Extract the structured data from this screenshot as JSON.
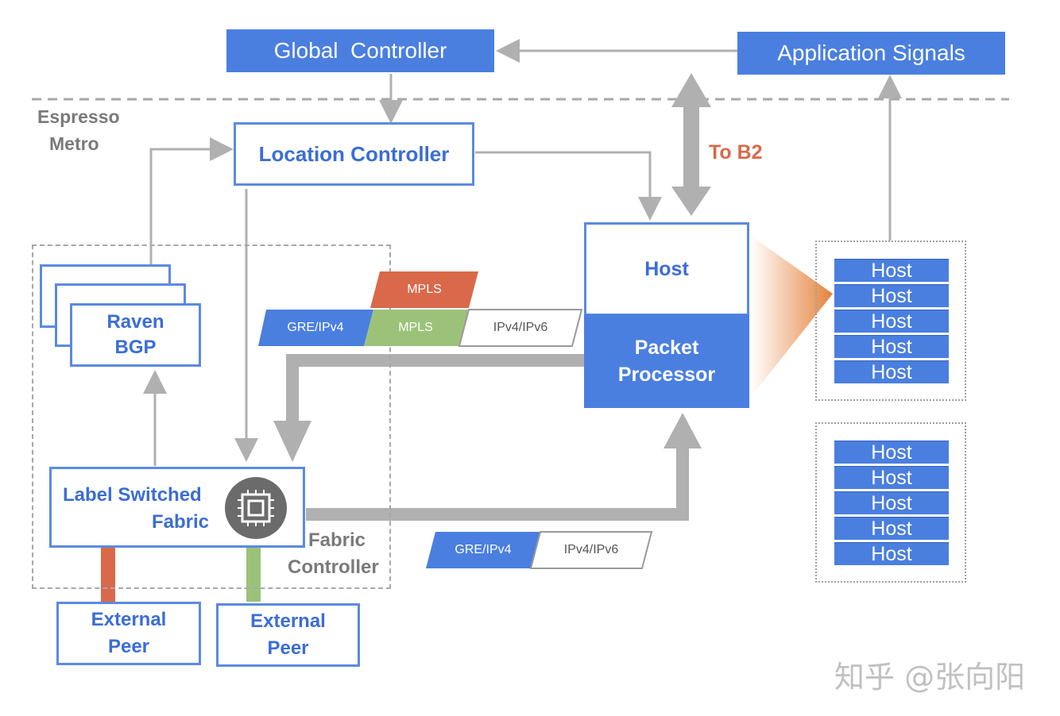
{
  "global_controller": "Global  Controller",
  "application_signals": "Application Signals",
  "espresso_metro": [
    "Espresso",
    "Metro"
  ],
  "location_controller": "Location Controller",
  "to_b2": "To B2",
  "host_box": {
    "host": "Host",
    "packet": "Packet",
    "processor": "Processor"
  },
  "raven": [
    "Raven",
    "BGP"
  ],
  "label_switched_fabric": [
    "Label Switched",
    "Fabric"
  ],
  "fabric_controller": [
    "Fabric",
    "Controller"
  ],
  "external_peer_1": [
    "External",
    "Peer"
  ],
  "external_peer_2": [
    "External",
    "Peer"
  ],
  "packet_headers_top": {
    "mpls_outer": "MPLS",
    "gre": "GRE/IPv4",
    "mpls_inner": "MPLS",
    "ip": "IPv4/IPv6"
  },
  "packet_headers_bottom": {
    "gre": "GRE/IPv4",
    "ip": "IPv4/IPv6"
  },
  "host_group_1": [
    "Host",
    "Host",
    "Host",
    "Host",
    "Host"
  ],
  "host_group_2": [
    "Host",
    "Host",
    "Host",
    "Host",
    "Host"
  ],
  "watermark": "知乎 @张向阳",
  "colors": {
    "blue": "#4a7fe0",
    "outline_blue": "#5b8ae0",
    "mpls_red": "#d9694a",
    "mpls_green": "#9cc27a",
    "to_b2_orange": "#d9694a",
    "arrow_gray": "#b0b0b0"
  }
}
